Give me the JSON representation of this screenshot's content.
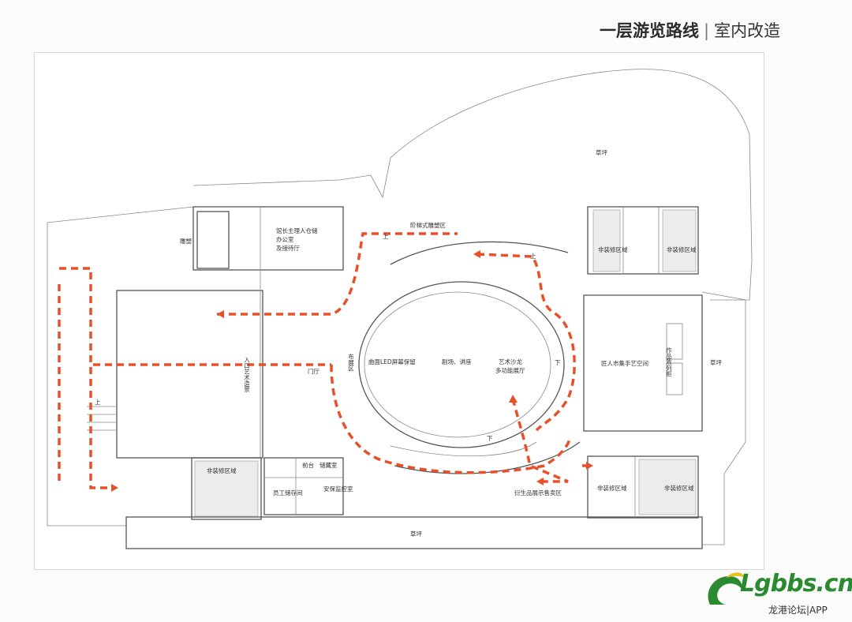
{
  "header": {
    "title": "一层游览路线",
    "separator": "|",
    "subtitle": "室内改造"
  },
  "plan": {
    "labels": {
      "sculpture": "雕塑",
      "office": "馆长主理人仓储",
      "office2": "办公室",
      "reception": "及接待厅",
      "stepped": "阶梯式雕塑区",
      "lawn_top": "草坪",
      "lawn_right": "草坪",
      "lawn_bottom": "草坪",
      "non_renov_tr1": "非装修区域",
      "non_renov_tr2": "非装修区域",
      "non_renov_bl": "非装修区域",
      "non_renov_br1": "非装修区域",
      "non_renov_br2": "非装修区域",
      "entrance": "入口艺术造景",
      "gate": "门厅",
      "layout_area": "布展区",
      "led": "曲面LED屏幕保留",
      "theater": "剧场、讲座",
      "salon": "艺术沙龙",
      "hall": "多功能展厅",
      "craft": "匠人市集手艺空间",
      "display": "作品陈列柜",
      "front_desk": "前台",
      "storage": "储藏室",
      "staff": "员工储存间",
      "security": "安保监控室",
      "retail": "衍生品展示售卖区",
      "up1": "上",
      "up2": "上",
      "up3": "上",
      "down1": "下",
      "down2": "下"
    }
  },
  "logo": {
    "text": "Lgbbs.cn",
    "sub": "龙港论坛|APP",
    "green": "#2a8a2f",
    "yellow": "#e6c21a"
  },
  "colors": {
    "route": "#e8502a",
    "wall": "#555555"
  }
}
